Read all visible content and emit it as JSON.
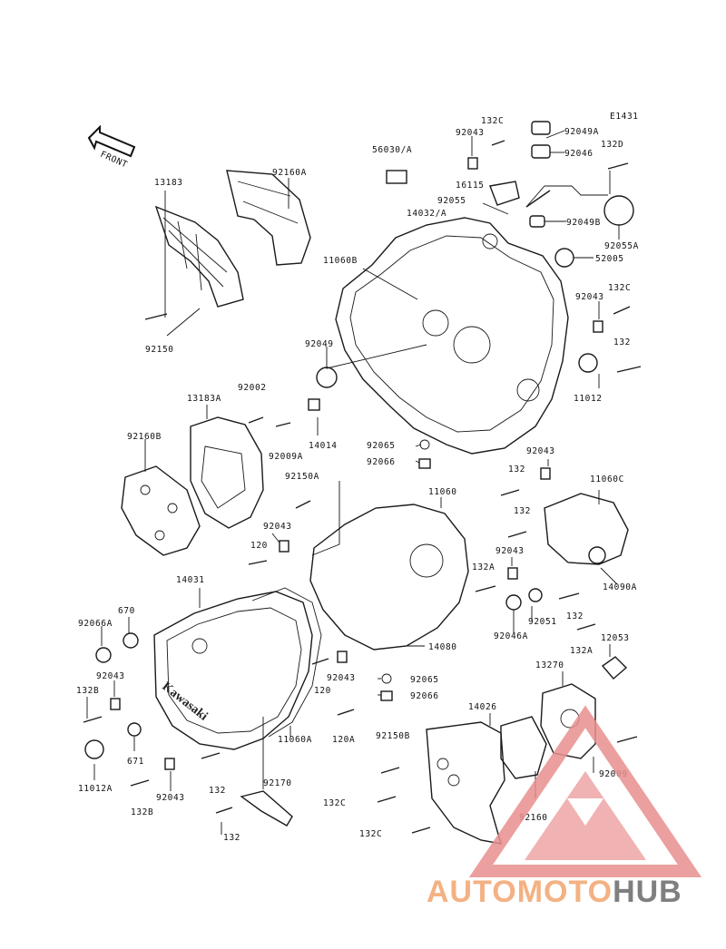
{
  "diagram": {
    "figure_code": "E1431",
    "front_arrow_label": "FRONT",
    "labels": {
      "p13183": "13183",
      "p92160A": "92160A",
      "p92150": "92150",
      "p56030A": "56030/A",
      "p132C_top": "132C",
      "p92043_top": "92043",
      "p92049A": "92049A",
      "p92046": "92046",
      "p132D": "132D",
      "p16115": "16115",
      "p92055": "92055",
      "p14032A": "14032/A",
      "p92049B": "92049B",
      "p92055A": "92055A",
      "p52005": "52005",
      "p11060B": "11060B",
      "p132C_r": "132C",
      "p92043_r": "92043",
      "p92049": "92049",
      "p132_r": "132",
      "p11012": "11012",
      "p13183A": "13183A",
      "p92002": "92002",
      "p92009A": "92009A",
      "p14014": "14014",
      "p92160B": "92160B",
      "p92065_mid": "92065",
      "p92066_mid": "92066",
      "p92043_mid": "92043",
      "p132_mid": "132",
      "p11060C": "11060C",
      "p92150A": "92150A",
      "p11060": "11060",
      "p132_mid2": "132",
      "p92043_left": "92043",
      "p120_a": "120",
      "p92043_c": "92043",
      "p132A": "132A",
      "p14090A": "14090A",
      "p14031": "14031",
      "p670": "670",
      "p92066A": "92066A",
      "p92051": "92051",
      "p132_c": "132",
      "p92046A": "92046A",
      "p132A_b": "132A",
      "p12053": "12053",
      "p92043_l2": "92043",
      "p132B_a": "132B",
      "p14080": "14080",
      "p120_b": "120",
      "p92043_b": "92043",
      "p92065_b": "92065",
      "p92066_b": "92066",
      "p13270": "13270",
      "p14026": "14026",
      "p671": "671",
      "p11060A": "11060A",
      "p120A": "120A",
      "p92150B": "92150B",
      "p92009": "92009",
      "p11012A": "11012A",
      "p92043_low": "92043",
      "p132_low": "132",
      "p132B_b": "132B",
      "p92170": "92170",
      "p132C_a": "132C",
      "p92160": "92160",
      "p132C_b": "132C",
      "p132_bot": "132"
    }
  },
  "watermark": {
    "text_part1": "AUTOMOTO",
    "text_part2": "HUB",
    "color_part1": "#f4b183",
    "color_part2": "#7f7f7f",
    "logo_color": "#e88f8f"
  }
}
